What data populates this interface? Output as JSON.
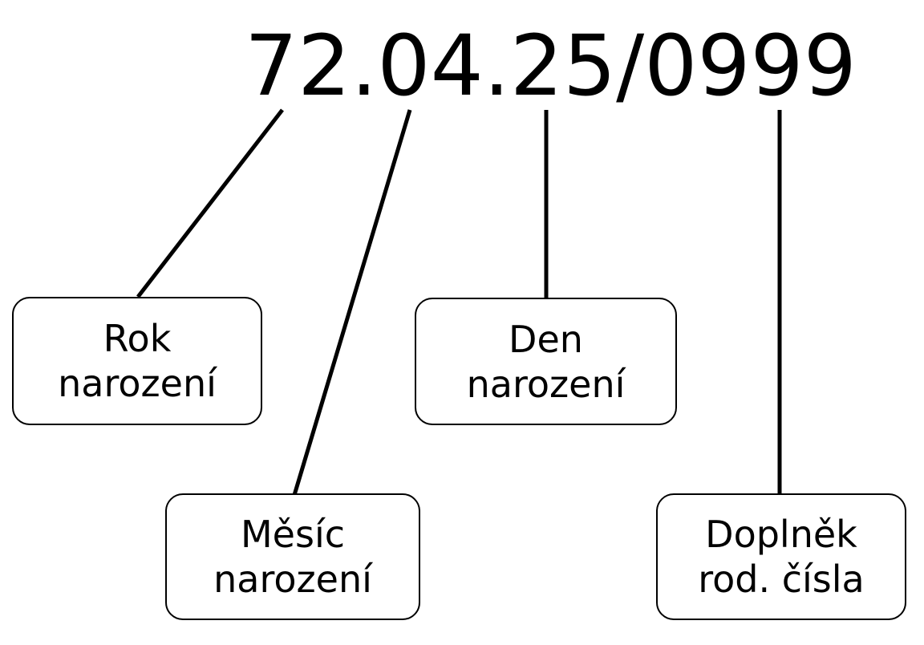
{
  "number": {
    "year": "72",
    "sep1": ".",
    "month": "04",
    "sep2": ".",
    "day": "25",
    "slash": "/",
    "suffix": "0999"
  },
  "labels": {
    "year": {
      "line1": "Rok",
      "line2": "narození"
    },
    "month": {
      "line1": "Měsíc",
      "line2": "narození"
    },
    "day": {
      "line1": "Den",
      "line2": "narození"
    },
    "suffix": {
      "line1": "Doplněk",
      "line2": "rod. čísla"
    }
  }
}
